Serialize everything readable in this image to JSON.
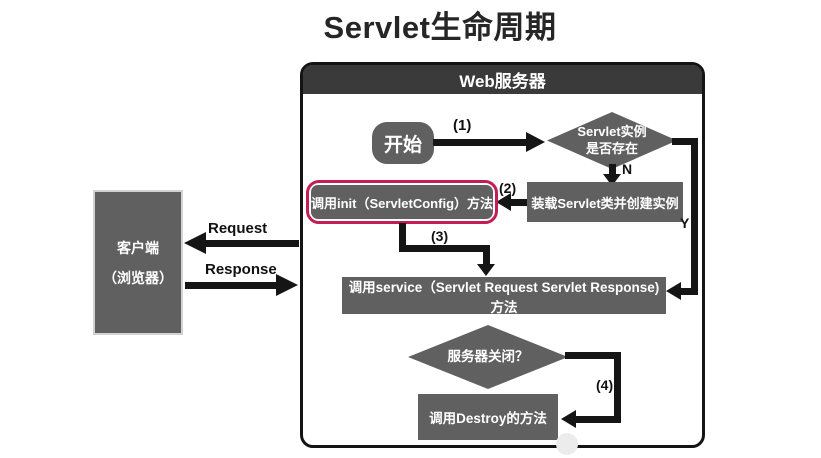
{
  "title": "Servlet生命周期",
  "server": {
    "header": "Web服务器"
  },
  "client": {
    "line1": "客户端",
    "line2": "（浏览器）"
  },
  "nodes": {
    "start": "开始",
    "instance_check_line1": "Servlet实例",
    "instance_check_line2": "是否存在",
    "load_class": "装载Servlet类并创建实例",
    "call_init": "调用init（ServletConfig）方法",
    "call_service": "调用service（Servlet Request Servlet Response)方法",
    "server_shutdown": "服务器关闭？",
    "call_destroy": "调用Destroy的方法"
  },
  "edges": {
    "step1": "(1)",
    "step2": "(2)",
    "step3": "(3)",
    "step4": "(4)",
    "no": "N",
    "yes": "Y",
    "request": "Request",
    "response": "Response"
  },
  "colors": {
    "node_gray": "#606060",
    "header_dark": "#3a3a3a",
    "highlight_red": "#c41d52",
    "arrow_black": "#151515"
  }
}
